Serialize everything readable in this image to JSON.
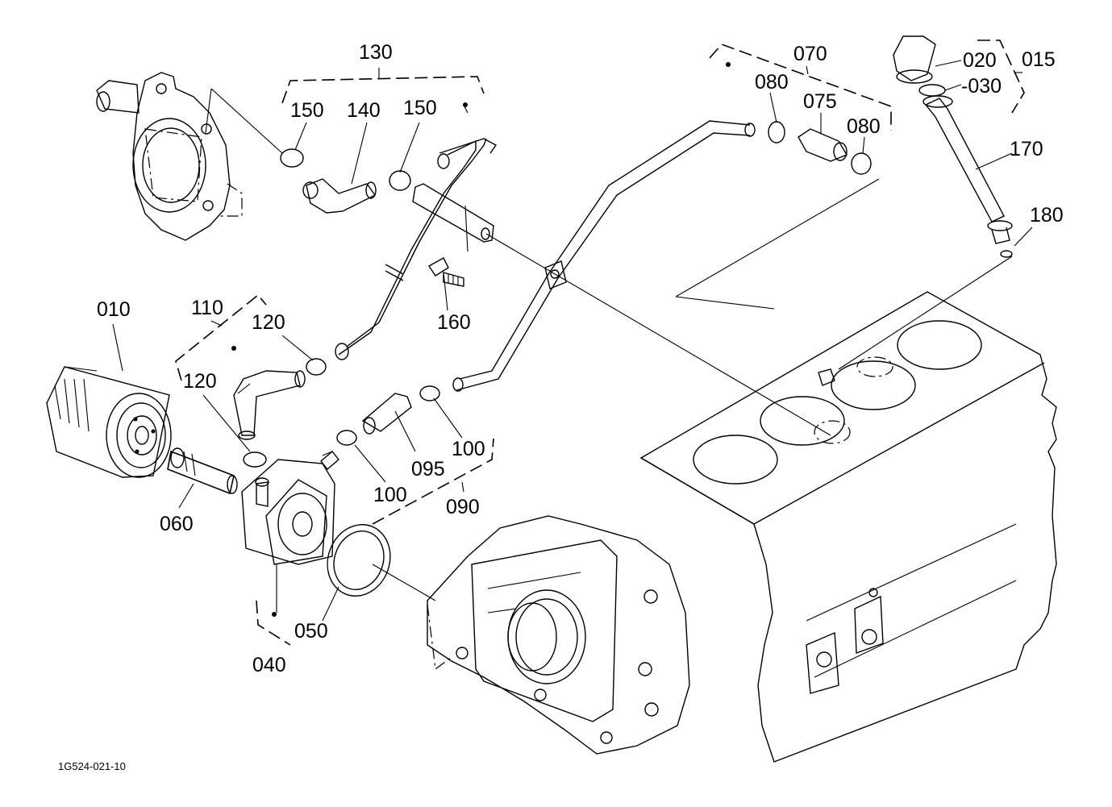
{
  "diagram": {
    "document_code": "1G524-021-10",
    "labels": {
      "p010": "010",
      "p015": "015",
      "p020": "020",
      "p030": "-030",
      "p040": "040",
      "p050": "050",
      "p060": "060",
      "p070": "070",
      "p075": "075",
      "p080a": "080",
      "p080b": "080",
      "p090": "090",
      "p095": "095",
      "p100a": "100",
      "p100b": "100",
      "p110": "110",
      "p120a": "120",
      "p120b": "120",
      "p130": "130",
      "p140": "140",
      "p150a": "150",
      "p150b": "150",
      "p160": "160",
      "p170": "170",
      "p180": "180"
    }
  }
}
